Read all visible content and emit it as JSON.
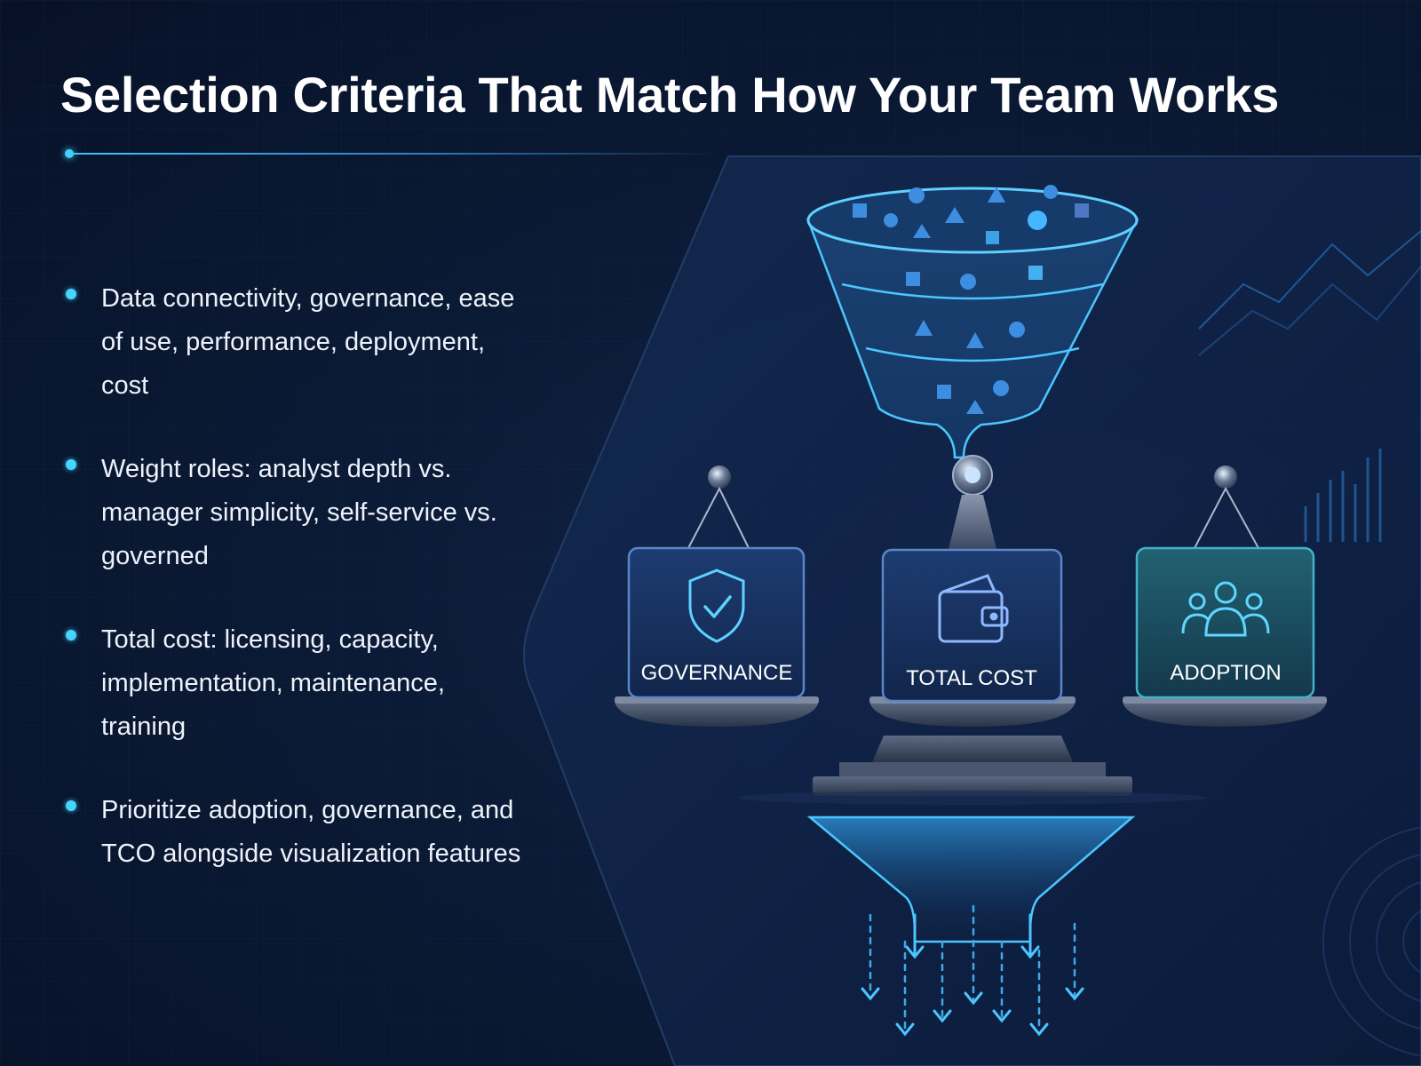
{
  "title": "Selection Criteria That Match How Your Team Works",
  "bullets": [
    "Data connectivity, governance, ease of use, performance, deployment, cost",
    "Weight roles: analyst depth vs. manager simplicity, self-service vs. governed",
    "Total cost: licensing, capacity, implementation, maintenance, training",
    "Prioritize adoption, governance, and TCO alongside visualization features"
  ],
  "boxes": {
    "governance": {
      "label": "GOVERNANCE",
      "icon": "shield-check-icon"
    },
    "total_cost": {
      "label": "TOTAL COST",
      "icon": "wallet-icon"
    },
    "adoption": {
      "label": "ADOPTION",
      "icon": "people-group-icon"
    }
  },
  "colors": {
    "accent": "#45d6ff",
    "background": "#0b1a36",
    "governance_box": "#1a3566",
    "total_cost_box": "#1b3262",
    "adoption_box": "#1d5666"
  }
}
